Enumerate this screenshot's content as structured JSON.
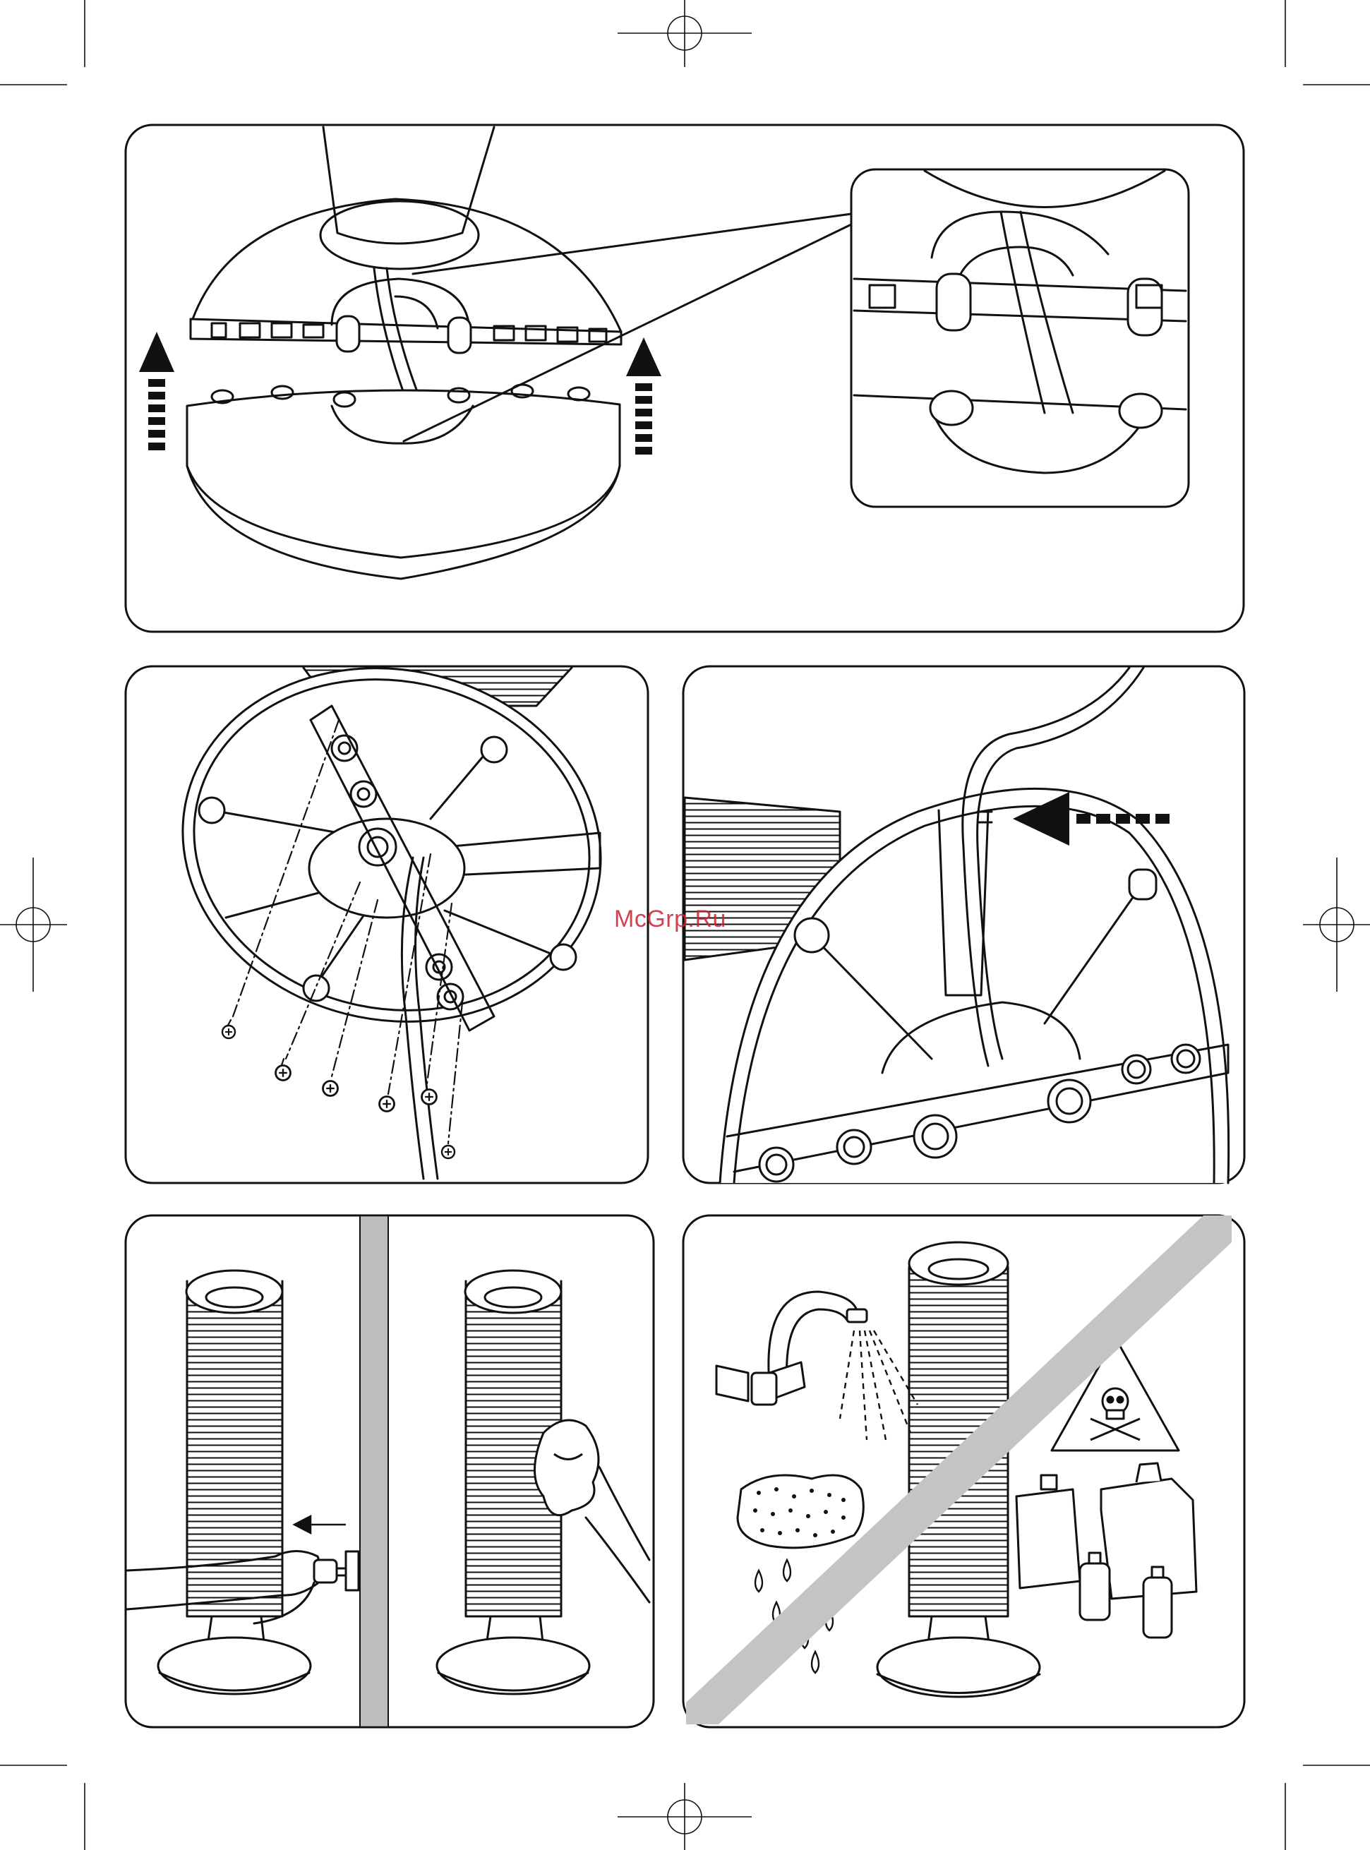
{
  "watermark": {
    "text": "McGrp.Ru",
    "color": "#cc2233"
  },
  "colors": {
    "ink": "#111111",
    "paper": "#ffffff",
    "divider_grey": "#bdbdbd",
    "strike_grey": "#c4c4c4"
  },
  "panels": [
    {
      "id": "panel-base-assembly",
      "icons": [
        "arrow-up-icon",
        "arrow-up-icon",
        "zoom-detail-icon"
      ]
    },
    {
      "id": "panel-screws",
      "icons": [
        "screw-icon"
      ]
    },
    {
      "id": "panel-cable",
      "icons": [
        "arrow-left-icon"
      ]
    },
    {
      "id": "panel-cleaning",
      "icons": [
        "plug-icon",
        "arrow-left-icon",
        "cloth-icon"
      ]
    },
    {
      "id": "panel-prohibited",
      "icons": [
        "faucet-icon",
        "sponge-icon",
        "poison-warning-icon",
        "chemical-bottles-icon"
      ]
    }
  ]
}
